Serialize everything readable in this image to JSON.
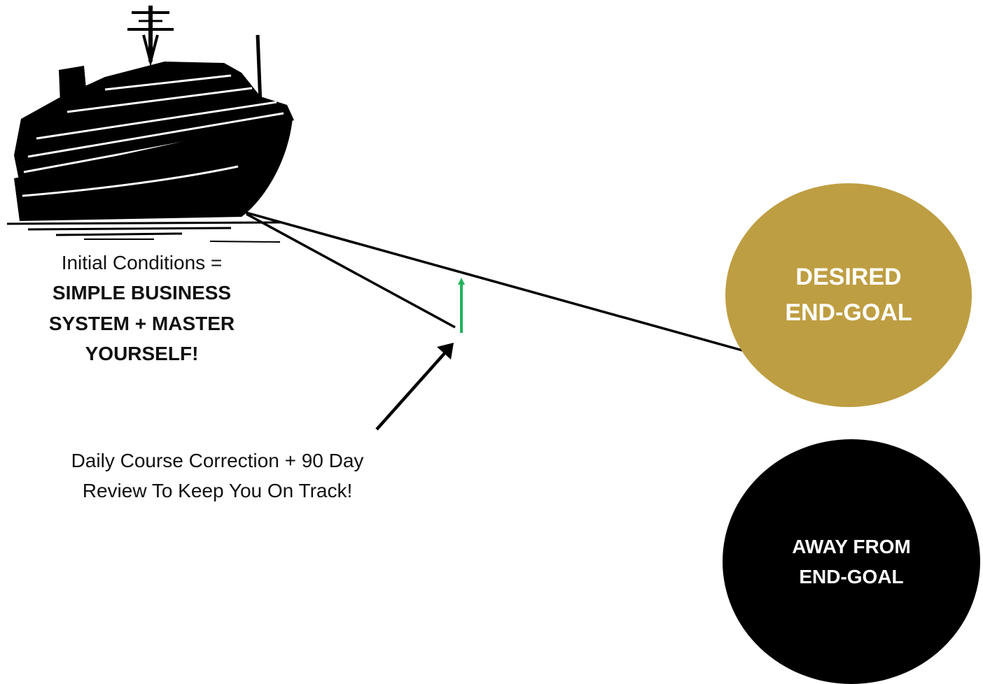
{
  "initial_conditions": {
    "intro": "Initial Conditions =",
    "bold_text": "SIMPLE BUSINESS SYSTEM + MASTER YOURSELF!"
  },
  "course_correction": {
    "text": "Daily Course Correction + 90 Day Review To Keep You On Track!"
  },
  "desired_goal": {
    "label": "DESIRED END-GOAL",
    "fill_color": "#BE9E42",
    "text_color": "#FFFFFF"
  },
  "away_goal": {
    "label": "AWAY FROM END-GOAL",
    "fill_color": "#000000",
    "text_color": "#FFFFFF"
  },
  "correction_arrow": {
    "color": "#22B35A"
  },
  "pointer_arrow": {
    "color": "#000000"
  },
  "ship": {
    "icon": "cruise-ship-silhouette-icon"
  }
}
